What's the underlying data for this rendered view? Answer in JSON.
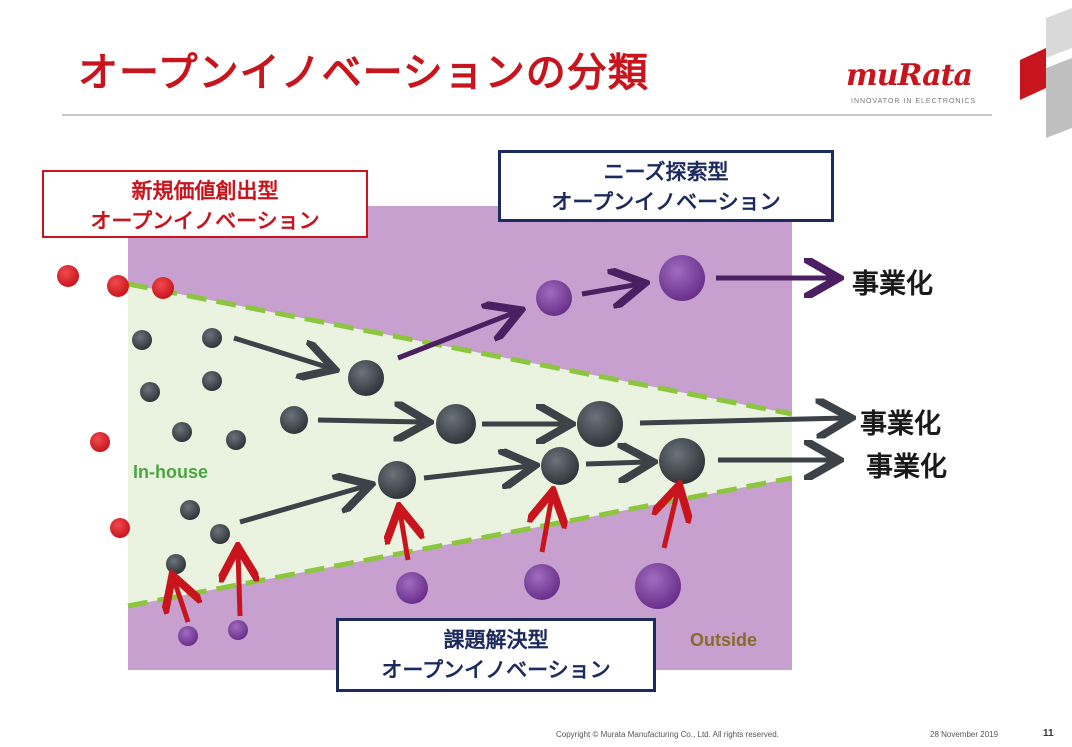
{
  "title": "オープンイノベーションの分類",
  "logo": {
    "name": "muRata",
    "tagline": "INNOVATOR IN ELECTRONICS"
  },
  "labels": {
    "value_creation": {
      "line1": "新規価値創出型",
      "line2": "オープンイノベーション"
    },
    "needs_search": {
      "line1": "ニーズ探索型",
      "line2": "オープンイノベーション"
    },
    "problem_solving": {
      "line1": "課題解決型",
      "line2": "オープンイノベーション"
    }
  },
  "results": [
    "事業化",
    "事業化",
    "事業化"
  ],
  "regions": {
    "inhouse": "In-house",
    "outside": "Outside"
  },
  "footer": {
    "copyright": "Copyright © Murata Manufacturing Co., Ltd. All rights reserved.",
    "date": "28 November 2019",
    "page": "11"
  },
  "colors": {
    "accent_red": "#c8151d",
    "navy": "#1c2a5e",
    "outside_purple": "#c8a0cf",
    "inhouse_green": "#eaf3e0",
    "funnel_dash": "#8cc63f",
    "dark_dot": "#3c4248",
    "purple_dot": "#7b3c9c",
    "red_dot": "#d8141c"
  }
}
